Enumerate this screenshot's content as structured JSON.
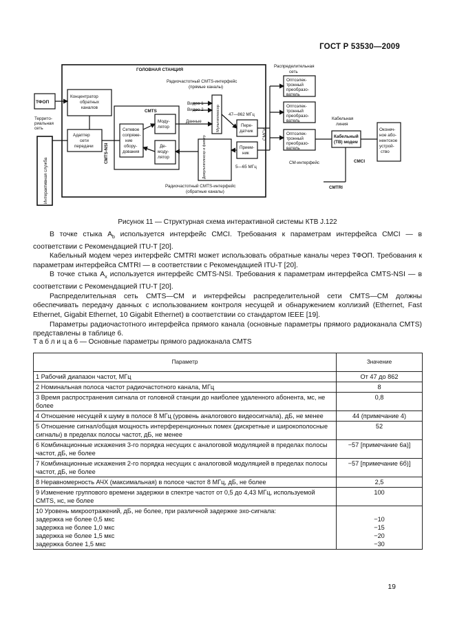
{
  "header": "ГОСТ Р 53530—2009",
  "diagram": {
    "head_station": "ГОЛОВНАЯ СТАНЦИЯ",
    "tfop": "ТФОП",
    "territorial_net": [
      "Террито-",
      "риальная",
      "сеть"
    ],
    "concentrator": [
      "Концентратор",
      "обратных",
      "каналов"
    ],
    "net_adapter": [
      "Адаптер",
      "сети",
      "передачи"
    ],
    "interactive_service": "Интерактивная служба",
    "cmts": "CMTS",
    "cmts_nsi": "CMTS-NSI",
    "mac": [
      "Сетевое",
      "сопряже-",
      "ние",
      "обору-",
      "дования"
    ],
    "modulator": [
      "Моду-",
      "лятор"
    ],
    "demodulator": [
      "Де-",
      "моду-",
      "лятор"
    ],
    "rf_forward": [
      "Радиочастотный CMTS-интерфейс",
      "(прямые каналы)"
    ],
    "rf_return": [
      "Радиочастотный CMTS-интерфейс",
      "(обратные каналы)"
    ],
    "video1": "Видео 1",
    "video2": "Видео 2",
    "data": "Данные",
    "multiplexer": "Мультиплексор",
    "demux": "Демультиплексор и фильтр",
    "freq_fwd": "47—862 МГц",
    "freq_ret": "5—65 МГц",
    "transmitter": [
      "Пере-",
      "датчик"
    ],
    "receiver": [
      "Прием-",
      "ник"
    ],
    "smsi": "СМСИ",
    "dist_net": [
      "Распределительная",
      "сеть"
    ],
    "optical_conv": [
      "Оптоэлек-",
      "тронный",
      "преобразо-",
      "ватель"
    ],
    "cable_trunk": [
      "Кабельная",
      "линия"
    ],
    "cable_modem": [
      "Кабельный",
      "(ТВ) модем"
    ],
    "subscriber": [
      "Оконеч-",
      "ное або-",
      "нентское",
      "устрой-",
      "ство"
    ],
    "cm_interface": "СМ-интерфейс",
    "cmci": "CMCI",
    "cmtri": "CMTRI"
  },
  "caption": "Рисунок 11 — Структурная схема интерактивной системы КТВ J.122",
  "paragraphs": [
    {
      "a": "В точке стыка A",
      "sub": "b",
      "b": " используется интерфейс CMCI. Требования к параметрам интерфейса CMCI — в соответствии с Рекомендацией ITU-T [20]."
    },
    {
      "a": "Кабельный модем через интерфейс CMTRI может использовать обратные каналы через ТФОП. Требования к параметрам интерфейса CMTRI — в соответствии с Рекомендацией ITU-T [20].",
      "sub": "",
      "b": ""
    },
    {
      "a": "В точке стыка A",
      "sub": "x",
      "b": " используется интерфейс CMTS-NSI. Требования к параметрам интерфейса CMTS-NSI — в соответствии с Рекомендацией ITU-T [20]."
    },
    {
      "a": "Распределительная сеть CMTS—CM и интерфейсы распределительной сети CMTS—CM должны обеспечивать передачу данных с использованием контроля несущей и обнаружением коллизий (Ethernet, Fast Ethernet, Gigabit Ethernet, 10 Gigabit Ethernet) в соответствии со стандартом IEEE [19].",
      "sub": "",
      "b": ""
    },
    {
      "a": "Параметры радиочастотного интерфейса прямого канала (основные параметры прямого радиоканала CMTS) представлены в таблице 6.",
      "sub": "",
      "b": ""
    }
  ],
  "table_caption": "Т а б л и ц а  6 — Основные параметры прямого радиоканала CMTS",
  "table": {
    "headers": [
      "Параметр",
      "Значение"
    ],
    "rows": [
      {
        "p": "1 Рабочий диапазон частот, МГц",
        "v": "От 47 до 862"
      },
      {
        "p": "2 Номинальная полоса частот радиочастотного канала, МГц",
        "v": "8"
      },
      {
        "p": "3 Время распространения сигнала от головной станции до наиболее удаленного абонента, мс, не более",
        "v": "0,8"
      },
      {
        "p": "4 Отношение несущей к шуму в полосе 8 МГц (уровень аналогового видеосигнала), дБ, не менее",
        "v": "44   (примечание 4)"
      },
      {
        "p": "5 Отношение сигнал/общая мощность интерференционных помех (дискретные и широкополосные сигналы) в пределах полосы частот, дБ, не менее",
        "v": "52"
      },
      {
        "p": "6 Комбинационные искажения 3-го порядка несущих с аналоговой модуляцией в пределах полосы частот, дБ, не более",
        "v": "−57  [примечание 6а)]"
      },
      {
        "p": "7 Комбинационные искажения 2-го порядка несущих с аналоговой модуляцией в пределах полосы частот, дБ, не более",
        "v": "−57  [примечание 6б)]"
      },
      {
        "p": "8 Неравномерность АЧХ (максимальная) в полосе частот 8 МГц, дБ, не более",
        "v": "2,5"
      },
      {
        "p": "9 Изменение группового времени задержки в спектре частот от 0,5 до 4,43 МГц, используемой CMTS, нс, не более",
        "v": "100"
      }
    ],
    "row10": {
      "p": [
        "10  Уровень микроотражений, дБ, не более, при различной задержке эхо-сигнала:",
        "задержка не более 0,5 мкс",
        "задержка не более 1,0 мкс",
        "задержка не более 1,5 мкс",
        "задержка более 1,5 мкс"
      ],
      "v": [
        "",
        "−10",
        "−15",
        "−20",
        "−30"
      ]
    }
  },
  "page_number": "19"
}
